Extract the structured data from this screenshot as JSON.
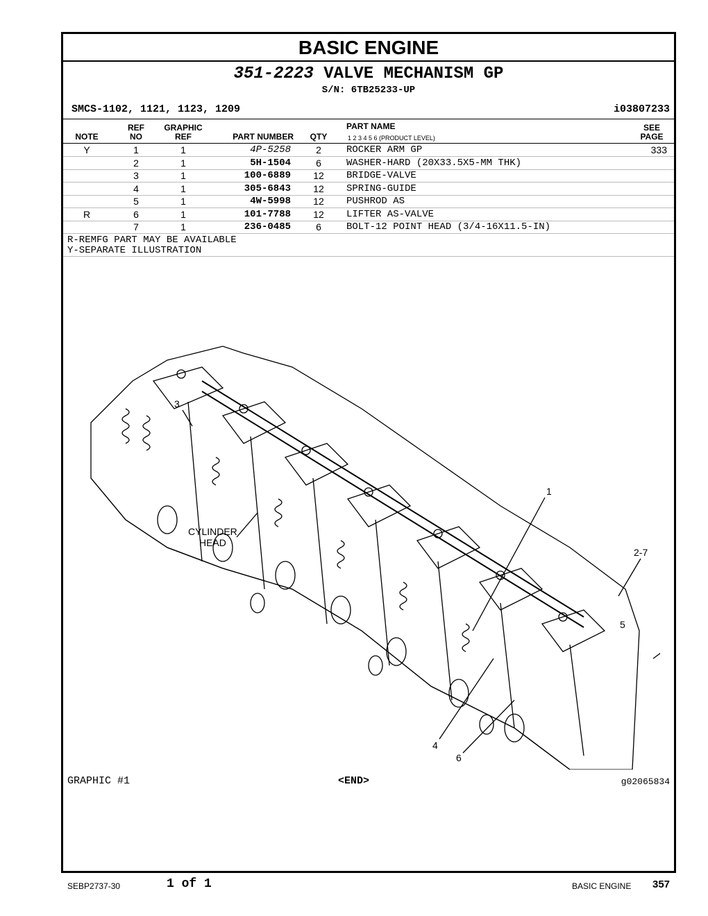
{
  "header": {
    "section_title": "BASIC ENGINE",
    "group_number": "351-2223",
    "group_name": "VALVE MECHANISM GP",
    "serial": "S/N: 6TB25233-UP",
    "smcs": "SMCS-1102, 1121, 1123, 1209",
    "ident": "i03807233"
  },
  "table": {
    "headers": {
      "note": "NOTE",
      "ref_top": "REF",
      "ref_bottom": "NO",
      "graphic_top": "GRAPHIC",
      "graphic_bottom": "REF",
      "part_number": "PART NUMBER",
      "qty": "QTY",
      "part_name": "PART NAME",
      "product_level": "1    2    3    4    5    6    (PRODUCT LEVEL)",
      "see_top": "SEE",
      "see_bottom": "PAGE"
    },
    "rows": [
      {
        "note": "Y",
        "ref": "1",
        "graphic": "1",
        "part_number": "4P-5258",
        "qty": "2",
        "name": "ROCKER ARM GP",
        "see": "333"
      },
      {
        "note": "",
        "ref": "2",
        "graphic": "1",
        "part_number": "5H-1504",
        "qty": "6",
        "name": "WASHER-HARD (20X33.5X5-MM THK)",
        "see": ""
      },
      {
        "note": "",
        "ref": "3",
        "graphic": "1",
        "part_number": "100-6889",
        "qty": "12",
        "name": "BRIDGE-VALVE",
        "see": ""
      },
      {
        "note": "",
        "ref": "4",
        "graphic": "1",
        "part_number": "305-6843",
        "qty": "12",
        "name": "SPRING-GUIDE",
        "see": ""
      },
      {
        "note": "",
        "ref": "5",
        "graphic": "1",
        "part_number": "4W-5998",
        "qty": "12",
        "name": "PUSHROD AS",
        "see": ""
      },
      {
        "note": "R",
        "ref": "6",
        "graphic": "1",
        "part_number": "101-7788",
        "qty": "12",
        "name": "LIFTER AS-VALVE",
        "see": ""
      },
      {
        "note": "",
        "ref": "7",
        "graphic": "1",
        "part_number": "236-0485",
        "qty": "6",
        "name": "BOLT-12 POINT HEAD (3/4-16X11.5-IN)",
        "see": ""
      }
    ]
  },
  "notes": [
    "R-REMFG PART MAY BE AVAILABLE",
    "Y-SEPARATE ILLUSTRATION"
  ],
  "illustration": {
    "callouts": [
      "3",
      "1",
      "2-7",
      "5",
      "4",
      "6"
    ],
    "label_top": "CYLINDER",
    "label_bottom": "HEAD",
    "graphic_label": "GRAPHIC #1",
    "end_label": "<END>",
    "graphic_id": "g02065834"
  },
  "footer": {
    "doc": "SEBP2737-30",
    "page_of": "1 of 1",
    "section": "BASIC ENGINE",
    "page_number": "357"
  }
}
